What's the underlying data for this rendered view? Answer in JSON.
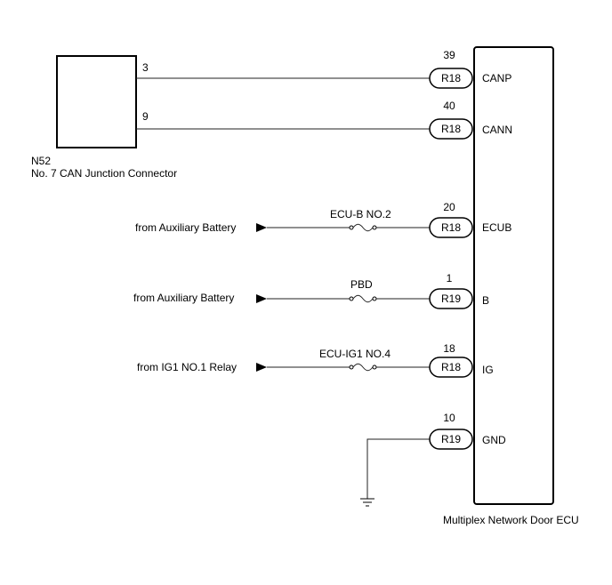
{
  "connector": {
    "code": "N52",
    "name": "No. 7 CAN Junction Connector",
    "pin_canp": "3",
    "pin_cann": "9"
  },
  "ecu": {
    "name": "Multiplex Network Door ECU"
  },
  "terminals": [
    {
      "pin": "39",
      "connector": "R18",
      "signal": "CANP"
    },
    {
      "pin": "40",
      "connector": "R18",
      "signal": "CANN"
    },
    {
      "pin": "20",
      "connector": "R18",
      "signal": "ECUB"
    },
    {
      "pin": "1",
      "connector": "R19",
      "signal": "B"
    },
    {
      "pin": "18",
      "connector": "R18",
      "signal": "IG"
    },
    {
      "pin": "10",
      "connector": "R19",
      "signal": "GND"
    }
  ],
  "sources": [
    {
      "label": "from Auxiliary Battery",
      "fuse": "ECU-B NO.2"
    },
    {
      "label": "from Auxiliary Battery",
      "fuse": "PBD"
    },
    {
      "label": "from IG1 NO.1 Relay",
      "fuse": "ECU-IG1 NO.4"
    }
  ]
}
